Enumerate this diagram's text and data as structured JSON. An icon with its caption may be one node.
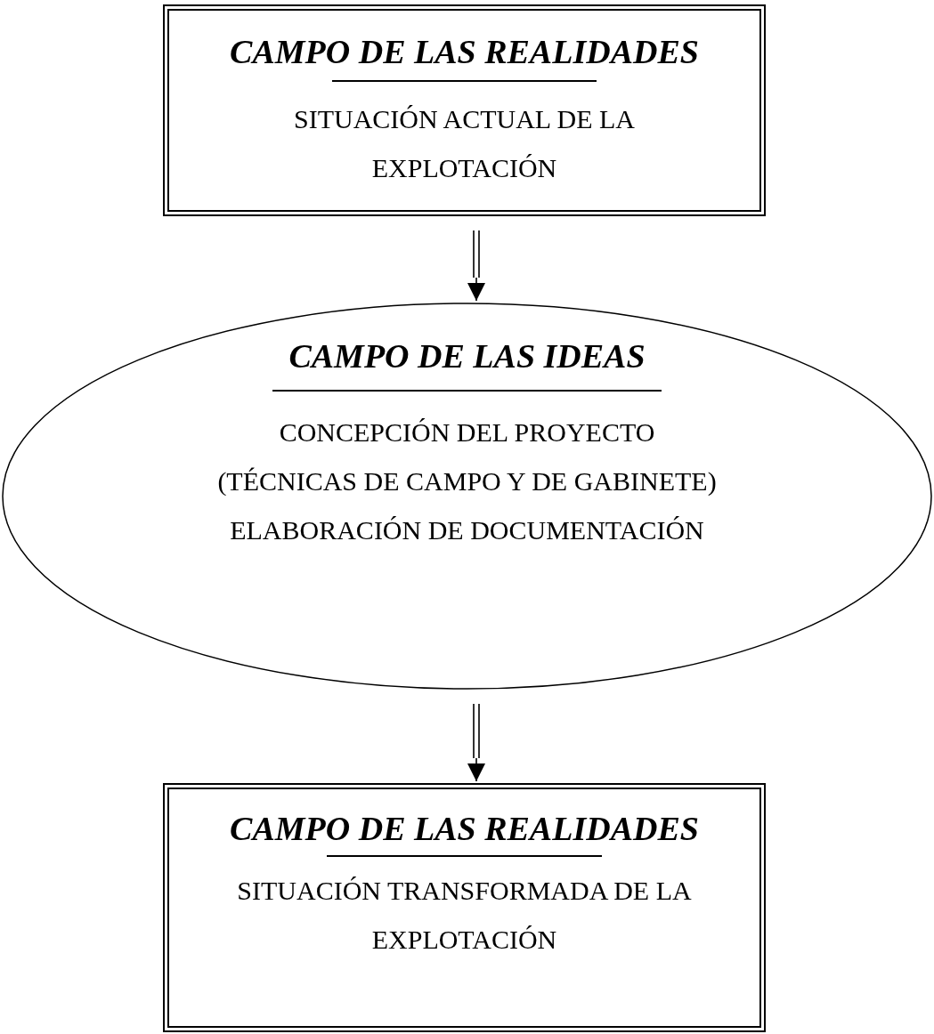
{
  "diagram": {
    "nodes": [
      {
        "text": [
          "CAMPO DE LAS REALIDADES",
          "SITUACIÓN ACTUAL DE LA EXPLOTACIÓN"
        ]
      },
      {
        "text": [
          "CAMPO DE LAS IDEAS",
          "CONCEPCIÓN DEL PROYECTO",
          "(TÉCNICAS DE CAMPO Y DE GABINETE)",
          "ELABORACIÓN DE DOCUMENTACIÓN"
        ]
      },
      {
        "text": [
          "CAMPO DE LAS REALIDADES",
          "SITUACIÓN TRANSFORMADA DE LA EXPLOTACIÓN"
        ]
      }
    ],
    "edges": [
      {
        "from": 0,
        "to": 1,
        "arrow": "to"
      },
      {
        "from": 1,
        "to": 2,
        "arrow": "to"
      }
    ]
  }
}
